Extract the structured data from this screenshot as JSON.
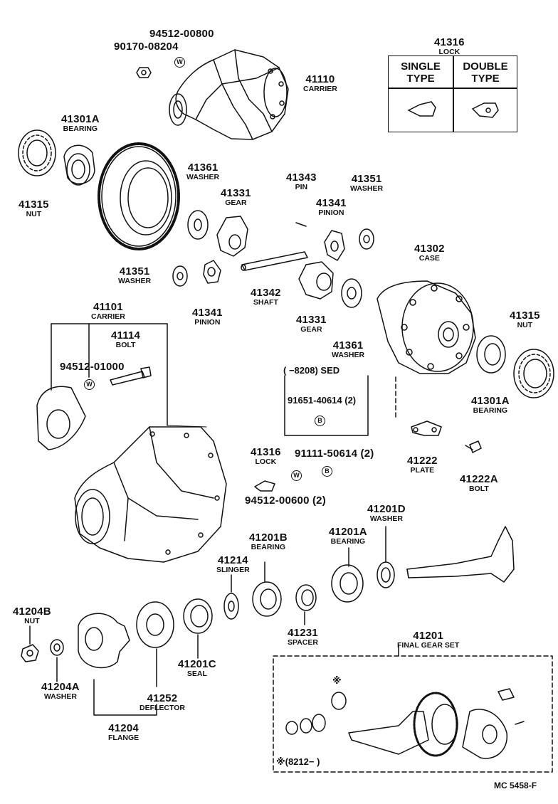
{
  "callouts": {
    "c94512_00800": {
      "num": "94512-00800"
    },
    "c90170_08204": {
      "num": "90170-08204"
    },
    "c41110": {
      "num": "41110",
      "name": "CARRIER"
    },
    "c41316_top": {
      "num": "41316",
      "name": "LOCK"
    },
    "c41301A_left": {
      "num": "41301A",
      "name": "BEARING"
    },
    "c41315_left": {
      "num": "41315",
      "name": "NUT"
    },
    "c41361_top": {
      "num": "41361",
      "name": "WASHER"
    },
    "c41331_top": {
      "num": "41331",
      "name": "GEAR"
    },
    "c41343": {
      "num": "41343",
      "name": "PIN"
    },
    "c41341_right": {
      "num": "41341",
      "name": "PINION"
    },
    "c41351_right": {
      "num": "41351",
      "name": "WASHER"
    },
    "c41302": {
      "num": "41302",
      "name": "CASE"
    },
    "c41351_left": {
      "num": "41351",
      "name": "WASHER"
    },
    "c41342": {
      "num": "41342",
      "name": "SHAFT"
    },
    "c41341_left": {
      "num": "41341",
      "name": "PINION"
    },
    "c41331_bottom": {
      "num": "41331",
      "name": "GEAR"
    },
    "c41361_bottom": {
      "num": "41361",
      "name": "WASHER"
    },
    "c41315_right": {
      "num": "41315",
      "name": "NUT"
    },
    "c41301A_right": {
      "num": "41301A",
      "name": "BEARING"
    },
    "c41101": {
      "num": "41101",
      "name": "CARRIER"
    },
    "c41114": {
      "num": "41114",
      "name": "BOLT"
    },
    "c94512_01000": {
      "num": "94512-01000"
    },
    "c41222": {
      "num": "41222",
      "name": "PLATE"
    },
    "c41222A": {
      "num": "41222A",
      "name": "BOLT"
    },
    "c41316_mid": {
      "num": "41316",
      "name": "LOCK"
    },
    "c91111_50614": {
      "num": "91111-50614 (2)"
    },
    "c94512_00600": {
      "num": "94512-00600 (2)"
    },
    "c41201D": {
      "num": "41201D",
      "name": "WASHER"
    },
    "c41201B": {
      "num": "41201B",
      "name": "BEARING"
    },
    "c41201A": {
      "num": "41201A",
      "name": "BEARING"
    },
    "c41214": {
      "num": "41214",
      "name": "SLINGER"
    },
    "c41204B": {
      "num": "41204B",
      "name": "NUT"
    },
    "c41231": {
      "num": "41231",
      "name": "SPACER"
    },
    "c41201C": {
      "num": "41201C",
      "name": "SEAL"
    },
    "c41252": {
      "num": "41252",
      "name": "DEFLECTOR"
    },
    "c41204A": {
      "num": "41204A",
      "name": "WASHER"
    },
    "c41204": {
      "num": "41204",
      "name": "FLANGE"
    },
    "c41201": {
      "num": "41201",
      "name": "FINAL GEAR SET"
    }
  },
  "legend": {
    "single": "SINGLE TYPE",
    "double": "DOUBLE TYPE"
  },
  "sed_box": {
    "header": "(      −8208) SED",
    "part": "91651-40614 (2)"
  },
  "final_set_note": "※(8212−       )",
  "asterisk": "※",
  "marks": {
    "w": "W",
    "b": "B"
  },
  "footer": "MC  5458-F"
}
